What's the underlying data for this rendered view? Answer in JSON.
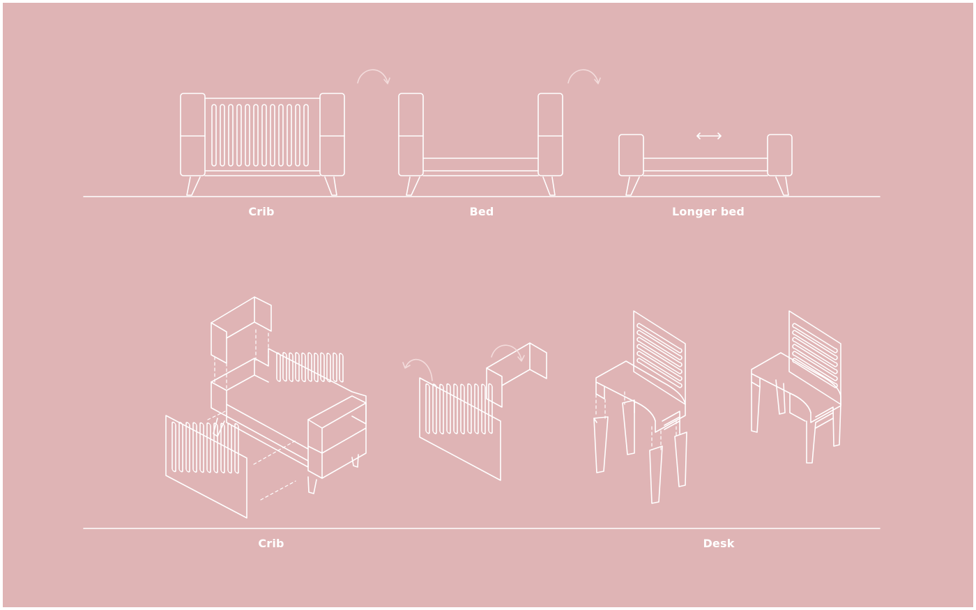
{
  "colors": {
    "background": "#dfb4b5",
    "line": "#ffffff",
    "arrow": "#f3dcdc"
  },
  "labels": {
    "crib_top": "Crib",
    "bed": "Bed",
    "longer_bed": "Longer bed",
    "crib_bottom": "Crib",
    "desk": "Desk"
  },
  "icons": [
    "curved-arrow-icon",
    "double-arrow-icon"
  ]
}
